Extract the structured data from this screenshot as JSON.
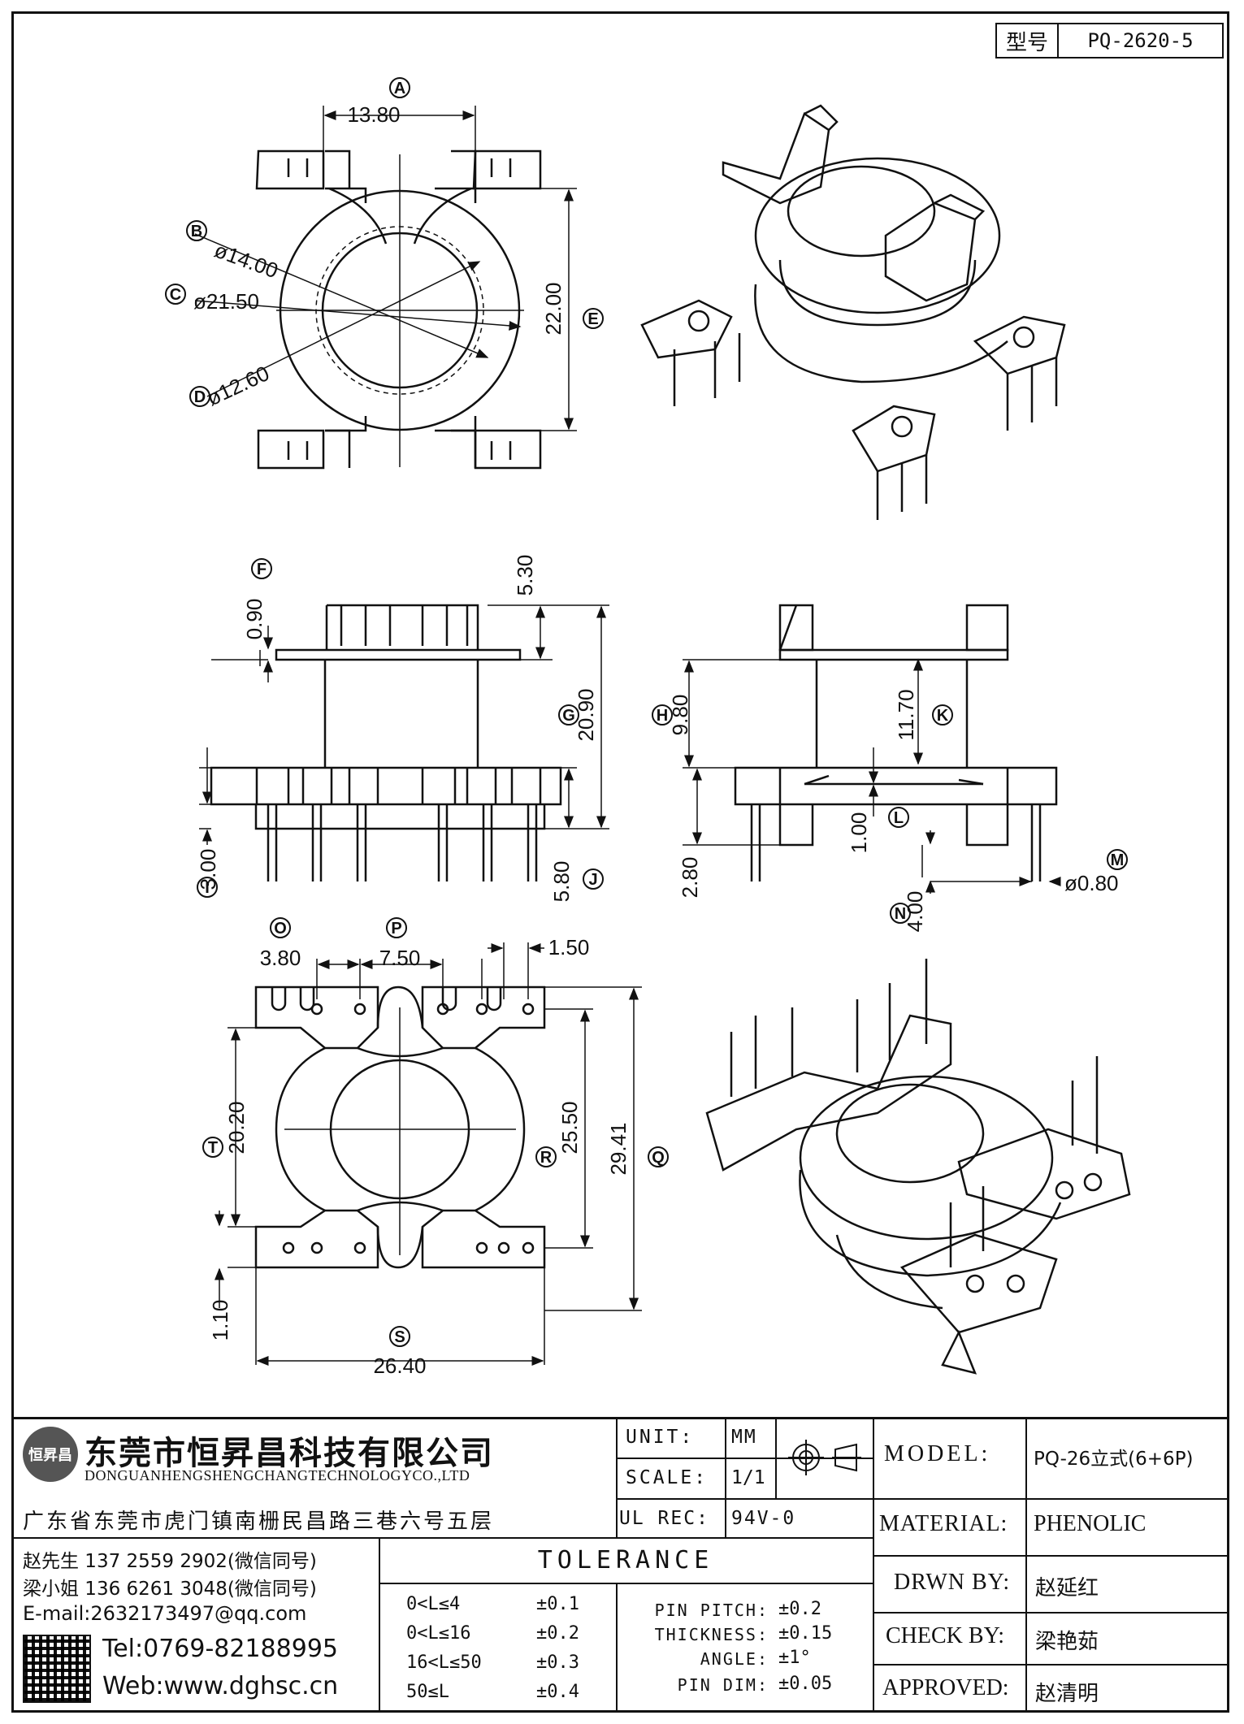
{
  "header": {
    "type_label": "型号",
    "type_value": "PQ-2620-5"
  },
  "dims": {
    "A": "A",
    "B": "B",
    "C": "C",
    "D": "D",
    "E": "E",
    "F": "F",
    "G": "G",
    "H": "H",
    "I": "I",
    "J": "J",
    "K": "K",
    "L": "L",
    "M": "M",
    "N": "N",
    "O": "O",
    "P": "P",
    "Q": "Q",
    "R": "R",
    "S": "S",
    "T": "T",
    "a_val": "13.80",
    "b_val": "ø14.00",
    "c_val": "ø21.50",
    "d_val": "ø12.60",
    "e_val": "22.00",
    "f_val": "0.90",
    "top_val": "5.30",
    "g_val": "20.90",
    "i_val": "3.00",
    "j_val": "5.80",
    "h_val": "9.80",
    "k_val": "11.70",
    "l_val": "1.00",
    "n2_val": "2.80",
    "n_val": "4.00",
    "m_val": "ø0.80",
    "o_val": "3.80",
    "p_val": "7.50",
    "p2_val": "1.50",
    "t_val": "20.20",
    "r_val": "25.50",
    "q_val": "29.41",
    "b2_val": "1.10",
    "s_val": "26.40"
  },
  "company": {
    "logo_text": "恒昇昌",
    "name_cn": "东莞市恒昇昌科技有限公司",
    "name_en": "DONGUANHENGSHENGCHANGTECHNOLOGYCO.,LTD",
    "address": "广东省东莞市虎门镇南栅民昌路三巷六号五层"
  },
  "contacts": {
    "line1": "赵先生 137 2559 2902(微信同号)",
    "line2": "梁小姐 136 6261 3048(微信同号)",
    "email": "E-mail:2632173497@qq.com",
    "tel": "Tel:0769-82188995",
    "web": "Web:www.dghsc.cn"
  },
  "spec": {
    "unit_label": "UNIT:",
    "unit_value": "MM",
    "scale_label": "SCALE:",
    "scale_value": "1/1",
    "ulrec_label": "UL REC:",
    "ulrec_value": "94V-0",
    "model_label": "MODEL:",
    "model_value": "PQ-26立式(6+6P)",
    "material_label": "MATERIAL:",
    "material_value": "PHENOLIC",
    "drwn_label": "DRWN BY:",
    "drwn_value": "赵延红",
    "check_label": "CHECK BY:",
    "check_value": "梁艳茹",
    "approved_label": "APPROVED:",
    "approved_value": "赵清明"
  },
  "tolerance": {
    "title": "TOLERANCE",
    "rows": [
      {
        "range": "0<L≤4",
        "tol": "±0.1"
      },
      {
        "range": "0<L≤16",
        "tol": "±0.2"
      },
      {
        "range": "16<L≤50",
        "tol": "±0.3"
      },
      {
        "range": "50≤L",
        "tol": "±0.4"
      }
    ],
    "specs": [
      {
        "label": "PIN PITCH:",
        "tol": "±0.2"
      },
      {
        "label": "THICKNESS:",
        "tol": "±0.15"
      },
      {
        "label": "ANGLE:",
        "tol": "±1°"
      },
      {
        "label": "PIN DIM:",
        "tol": "±0.05"
      }
    ]
  }
}
